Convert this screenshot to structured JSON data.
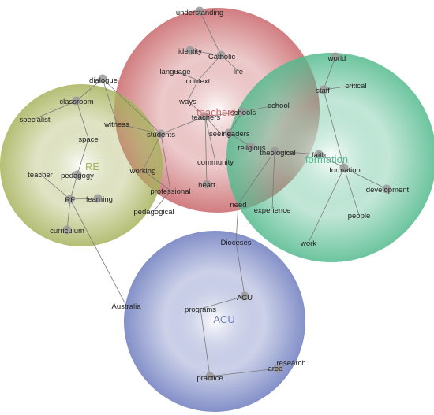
{
  "themes": [
    {
      "id": "teachers",
      "label": "teachers",
      "color": "#c9676a"
    },
    {
      "id": "re",
      "label": "RE",
      "color": "#a7b35c"
    },
    {
      "id": "formation",
      "label": "formation",
      "color": "#53ba8e"
    },
    {
      "id": "acu",
      "label": "ACU",
      "color": "#6e7dbf"
    }
  ],
  "concepts": [
    "understanding",
    "identity",
    "Catholic",
    "language",
    "life",
    "context",
    "ways",
    "teachers",
    "schools",
    "school",
    "seeing",
    "leaders",
    "students",
    "religious",
    "theological",
    "faith",
    "community",
    "working",
    "heart",
    "professional",
    "dialogue",
    "classroom",
    "specialist",
    "space",
    "witness",
    "teacher",
    "pedagogy",
    "RE",
    "learning",
    "pedagogical",
    "curriculum",
    "world",
    "staff",
    "critical",
    "formation",
    "development",
    "experience",
    "people",
    "work",
    "need",
    "Dioceses",
    "ACU",
    "programs",
    "Australia",
    "research",
    "area",
    "practice"
  ]
}
